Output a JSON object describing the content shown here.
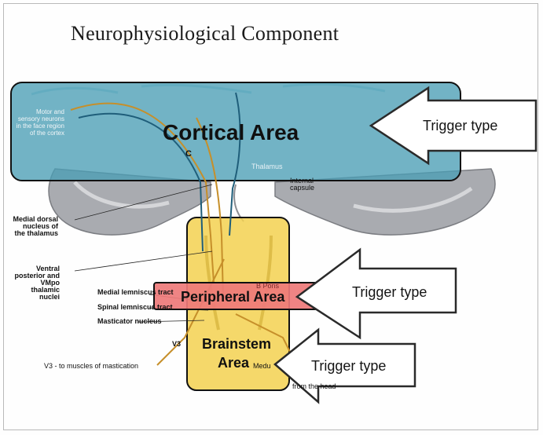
{
  "title": "Neurophysiological  Component",
  "regions": {
    "cortical": "Cortical Area",
    "peripheral": "Peripheral Area",
    "brainstem_line1": "Brainstem",
    "brainstem_line2": "Area"
  },
  "triggers": {
    "cortical": "Trigger type",
    "peripheral": "Trigger type",
    "brainstem": "Trigger type"
  },
  "anatomy_labels": {
    "motor_neurons": "Motor and sensory neurons in the face region of the cortex",
    "c_marker": "C",
    "thalamus": "Thalamus",
    "internal_capsule": "Internal capsule",
    "medial_dorsal": "Medial dorsal nucleus of the thalamus",
    "ventral_posterior": "Ventral posterior and VMpo thalamic nuclei",
    "medial_lemniscus": "Medial lemniscus tract",
    "spinal_lemniscus": "Spinal lemniscus tract",
    "masticator": "Masticator nucleus",
    "v3_marker": "V3",
    "v3_muscles": "V3 - to muscles of mastication",
    "b_pons": "B Pons",
    "medulla": "Medu",
    "from_head": "from the head"
  },
  "colors": {
    "cortical_box": "#4a9db5",
    "peripheral_box": "#ee7a7a",
    "brainstem_box": "#f3d150",
    "arrow_fill": "#ffffff",
    "arrow_stroke": "#2a2a2a"
  }
}
